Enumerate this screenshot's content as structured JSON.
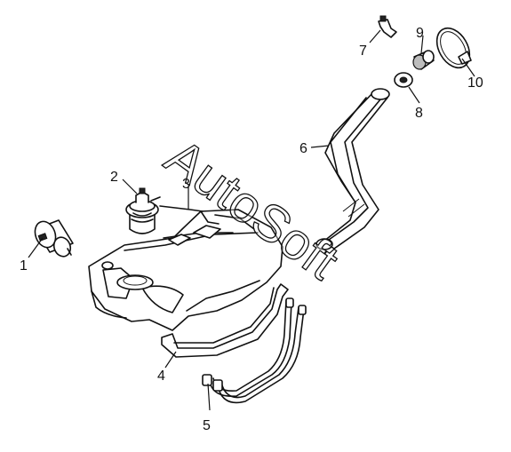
{
  "callouts": [
    {
      "id": "1",
      "label": "1"
    },
    {
      "id": "2",
      "label": "2"
    },
    {
      "id": "3",
      "label": "3"
    },
    {
      "id": "4",
      "label": "4"
    },
    {
      "id": "5",
      "label": "5"
    },
    {
      "id": "6",
      "label": "6"
    },
    {
      "id": "7",
      "label": "7"
    },
    {
      "id": "8",
      "label": "8"
    },
    {
      "id": "9",
      "label": "9"
    },
    {
      "id": "10",
      "label": "10"
    }
  ],
  "watermark": {
    "text": "AutoSoft",
    "color": "#111111"
  },
  "colors": {
    "line": "#111111",
    "background": "#ffffff"
  }
}
